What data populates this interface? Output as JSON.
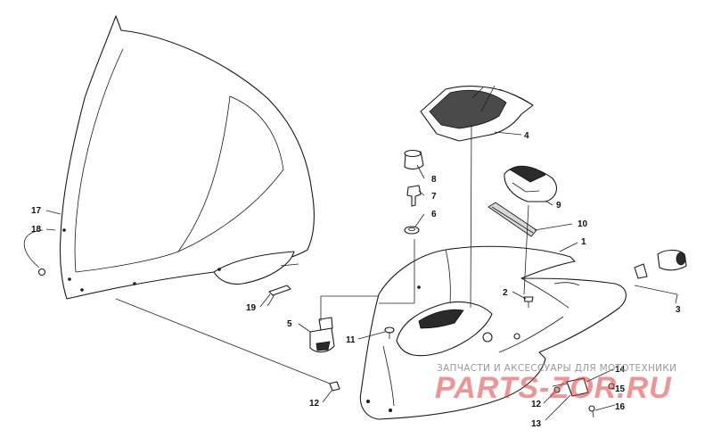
{
  "callouts": {
    "c1": "1",
    "c2": "2",
    "c3": "3",
    "c4": "4",
    "c5": "5",
    "c6": "6",
    "c7": "7",
    "c8": "8",
    "c9": "9",
    "c10": "10",
    "c11": "11",
    "c12a": "12",
    "c12b": "12",
    "c13": "13",
    "c14": "14",
    "c15": "15",
    "c16": "16",
    "c17": "17",
    "c18": "18",
    "c19": "19"
  },
  "watermark": {
    "caption": "ЗАПЧАСТИ И АКСЕССУАРЫ ДЛЯ МОТОТЕХНИКИ",
    "logo": "PARTS-ZOR.RU"
  },
  "colors": {
    "line": "#1a1a1a",
    "watermark_red": "#e23a3a",
    "watermark_grey": "#9a9a9a"
  }
}
